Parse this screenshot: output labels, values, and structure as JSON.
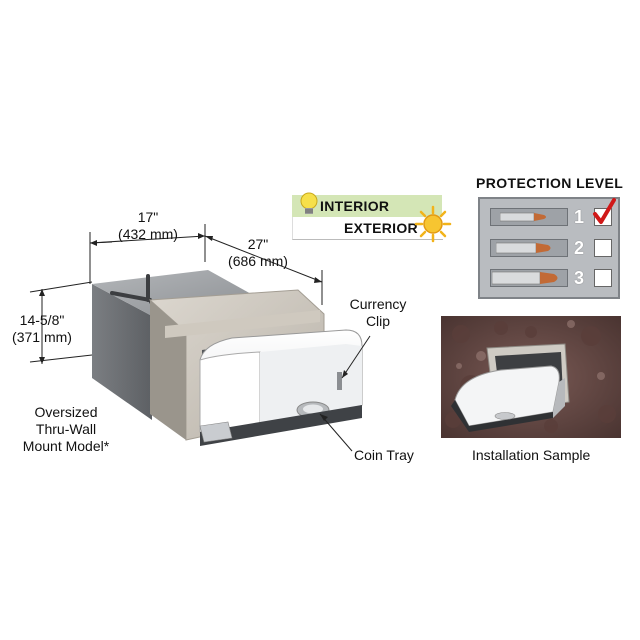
{
  "dimensions": {
    "width": "17\"",
    "width_mm": "(432 mm)",
    "depth": "27\"",
    "depth_mm": "(686 mm)",
    "height": "14-5/8\"",
    "height_mm": "(371 mm)"
  },
  "labels": {
    "currency_clip_line1": "Currency",
    "currency_clip_line2": "Clip",
    "coin_tray": "Coin Tray",
    "model_line1": "Oversized",
    "model_line2": "Thru-Wall",
    "model_line3": "Mount Model*",
    "installation_sample": "Installation Sample"
  },
  "interior_exterior": {
    "interior": "INTERIOR",
    "exterior": "EXTERIOR"
  },
  "protection": {
    "title": "PROTECTION LEVEL",
    "levels": [
      {
        "number": "1",
        "checked": true
      },
      {
        "number": "2",
        "checked": false
      },
      {
        "number": "3",
        "checked": false
      }
    ]
  },
  "colors": {
    "check": "#d01818",
    "sign_green": "#d4e6b6",
    "sun": "#f2b31a",
    "panel": "#b9bcc0"
  },
  "icons": [
    "light-bulb-icon",
    "sun-icon",
    "check-icon",
    "bullet-icon"
  ]
}
